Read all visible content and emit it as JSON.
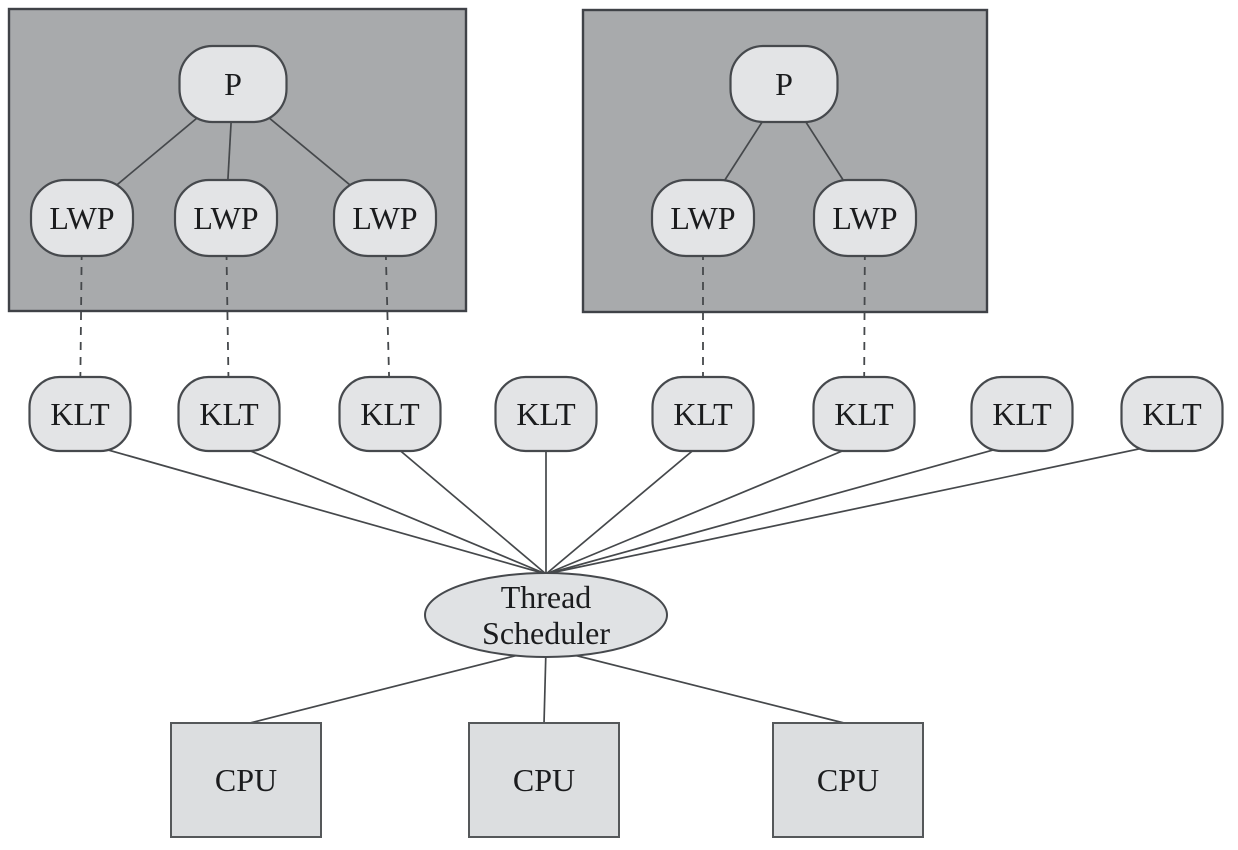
{
  "diagram": {
    "process_boxes": [
      {
        "process_label": "P",
        "lwp_labels": [
          "LWP",
          "LWP",
          "LWP"
        ]
      },
      {
        "process_label": "P",
        "lwp_labels": [
          "LWP",
          "LWP"
        ]
      }
    ],
    "klt_labels": [
      "KLT",
      "KLT",
      "KLT",
      "KLT",
      "KLT",
      "KLT",
      "KLT",
      "KLT"
    ],
    "scheduler": {
      "line1": "Thread",
      "line2": "Scheduler"
    },
    "cpu_labels": [
      "CPU",
      "CPU",
      "CPU"
    ],
    "colors": {
      "background": "#ffffff",
      "process_box_fill": "#a8aaac",
      "node_fill": "#e3e4e6",
      "scheduler_fill": "#e0e2e4",
      "cpu_fill": "#dcdee0",
      "line_color": "#45484b",
      "text_color": "#1b1c1e"
    }
  }
}
